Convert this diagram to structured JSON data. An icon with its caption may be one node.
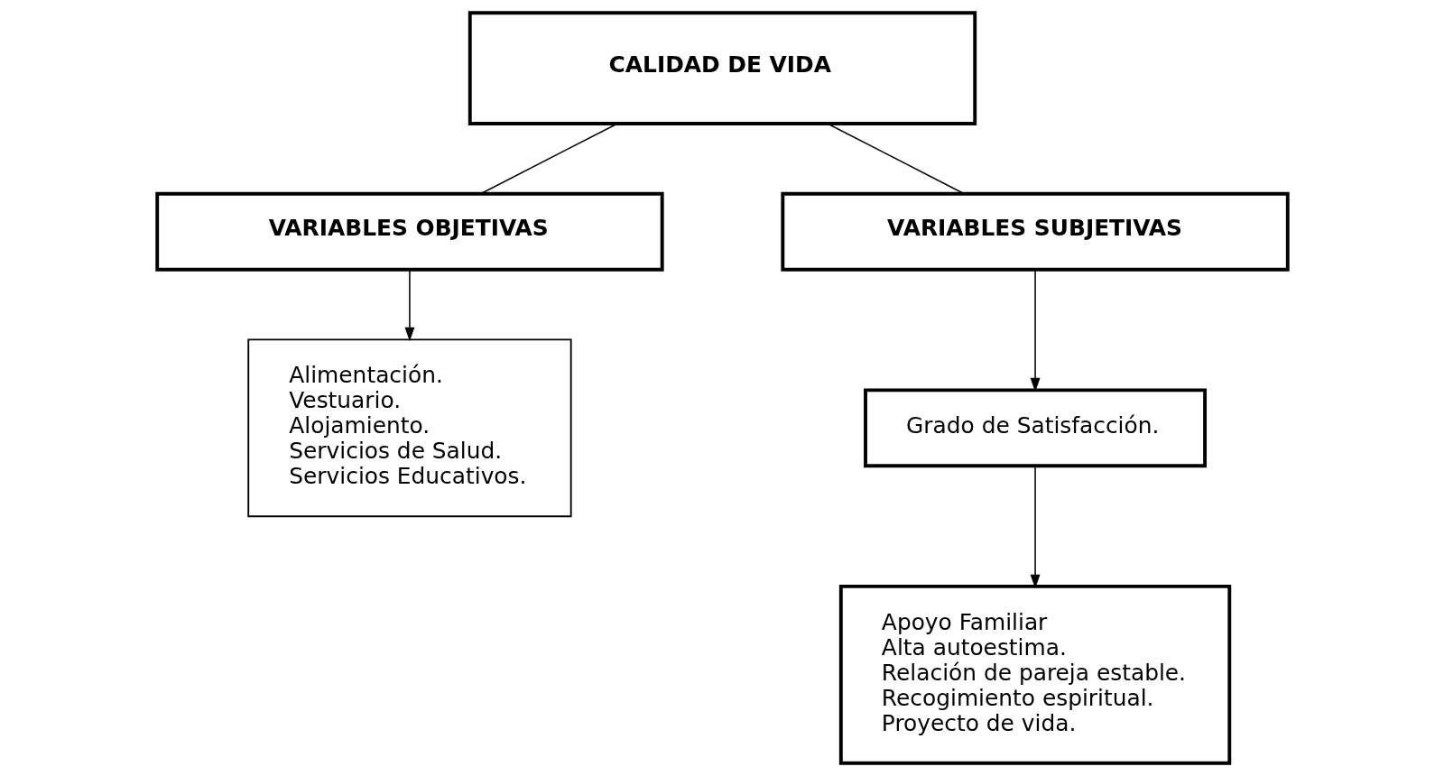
{
  "diagram": {
    "nodes": [
      {
        "text": [
          "CALIDAD DE VIDA"
        ]
      },
      {
        "text": [
          "VARIABLES OBJETIVAS"
        ]
      },
      {
        "text": [
          "VARIABLES SUBJETIVAS"
        ]
      },
      {
        "text": [
          "Alimentación.",
          "Vestuario.",
          "Alojamiento.",
          "Servicios de Salud.",
          "Servicios Educativos."
        ]
      },
      {
        "text": [
          "Grado de Satisfacción."
        ]
      },
      {
        "text": [
          "Apoyo Familiar",
          "Alta autoestima.",
          "Relación de pareja estable.",
          "Recogimiento espiritual.",
          "Proyecto de vida."
        ]
      }
    ],
    "edges": [
      {
        "from": 0,
        "to": 1,
        "arrow": "none"
      },
      {
        "from": 0,
        "to": 2,
        "arrow": "none"
      },
      {
        "from": 1,
        "to": 3,
        "arrow": "to"
      },
      {
        "from": 2,
        "to": 4,
        "arrow": "to"
      },
      {
        "from": 4,
        "to": 5,
        "arrow": "to"
      }
    ]
  }
}
